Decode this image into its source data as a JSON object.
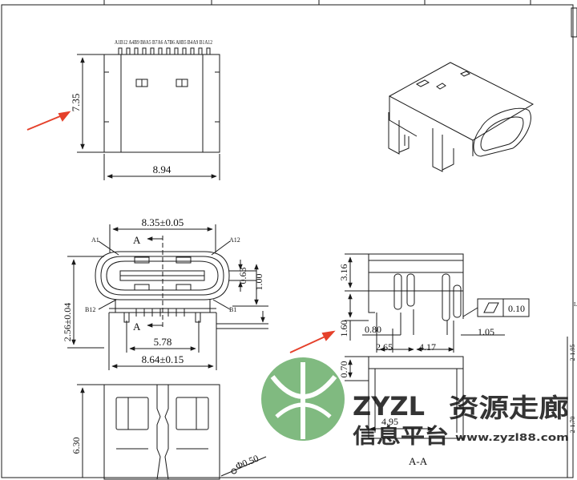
{
  "colors": {
    "line": "#1a1a1a",
    "arrow": "#e5412b",
    "watermark": "#5aa55a",
    "watermark_dark": "#3f8a3f"
  },
  "pin_labels": "A1B12 A4B9 B8A5 B7A6 A7B6 A8B5 B4A9 B1A12",
  "top_view": {
    "height_dim": "7.35",
    "width_dim": "8.94"
  },
  "front_view": {
    "width_top": "8.35±0.05",
    "label_a1": "A1",
    "label_a12": "A12",
    "label_b12": "B12",
    "label_b1": "B1",
    "section_top": "A",
    "section_bottom": "A",
    "dim_063": "0.63",
    "dim_100": "1.00",
    "dim_height": "2.56±0.04",
    "dim_578": "5.78",
    "dim_width_bottom": "8.64±0.15"
  },
  "side_view": {
    "dim_316": "3.16",
    "dim_160": "1.60",
    "dim_080": "0.80",
    "dim_265": "2.65",
    "dim_417": "4.17",
    "dim_105": "1.05",
    "flatness_tol": "0.10"
  },
  "section_view": {
    "dim_070": "0.70",
    "dim_495": "4.95",
    "caption": "A-A"
  },
  "bottom_view": {
    "dim_630": "6.30",
    "dim_phi": "Φ0.50"
  },
  "right_edge": {
    "a": "L",
    "b": "2-1.95",
    "c": "2-1.70"
  },
  "watermark": {
    "brand": "ZYZL",
    "title": "资源走廊",
    "subtitle": "信息平台",
    "url": "www.zyzl88.com"
  }
}
